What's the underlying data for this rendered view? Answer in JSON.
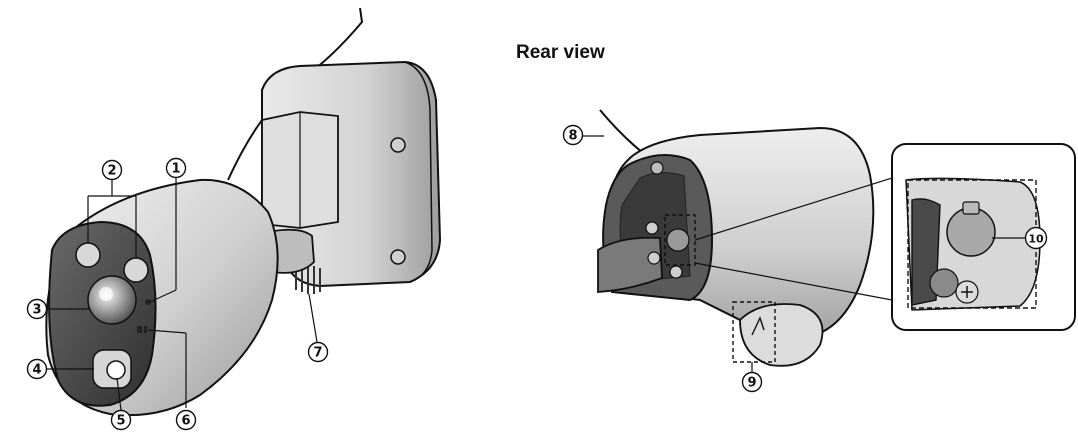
{
  "rear_view": {
    "title": "Rear view"
  },
  "callouts": {
    "c1": "1",
    "c2": "2",
    "c3": "3",
    "c4": "4",
    "c5": "5",
    "c6": "6",
    "c7": "7",
    "c8": "8",
    "c9": "9",
    "c10": "10"
  },
  "colors": {
    "line": "#111111",
    "body_light": "#e6e6e6",
    "body_mid": "#c4c4c4",
    "body_dark": "#8a8a8a",
    "face_dark": "#4a4a4a"
  }
}
